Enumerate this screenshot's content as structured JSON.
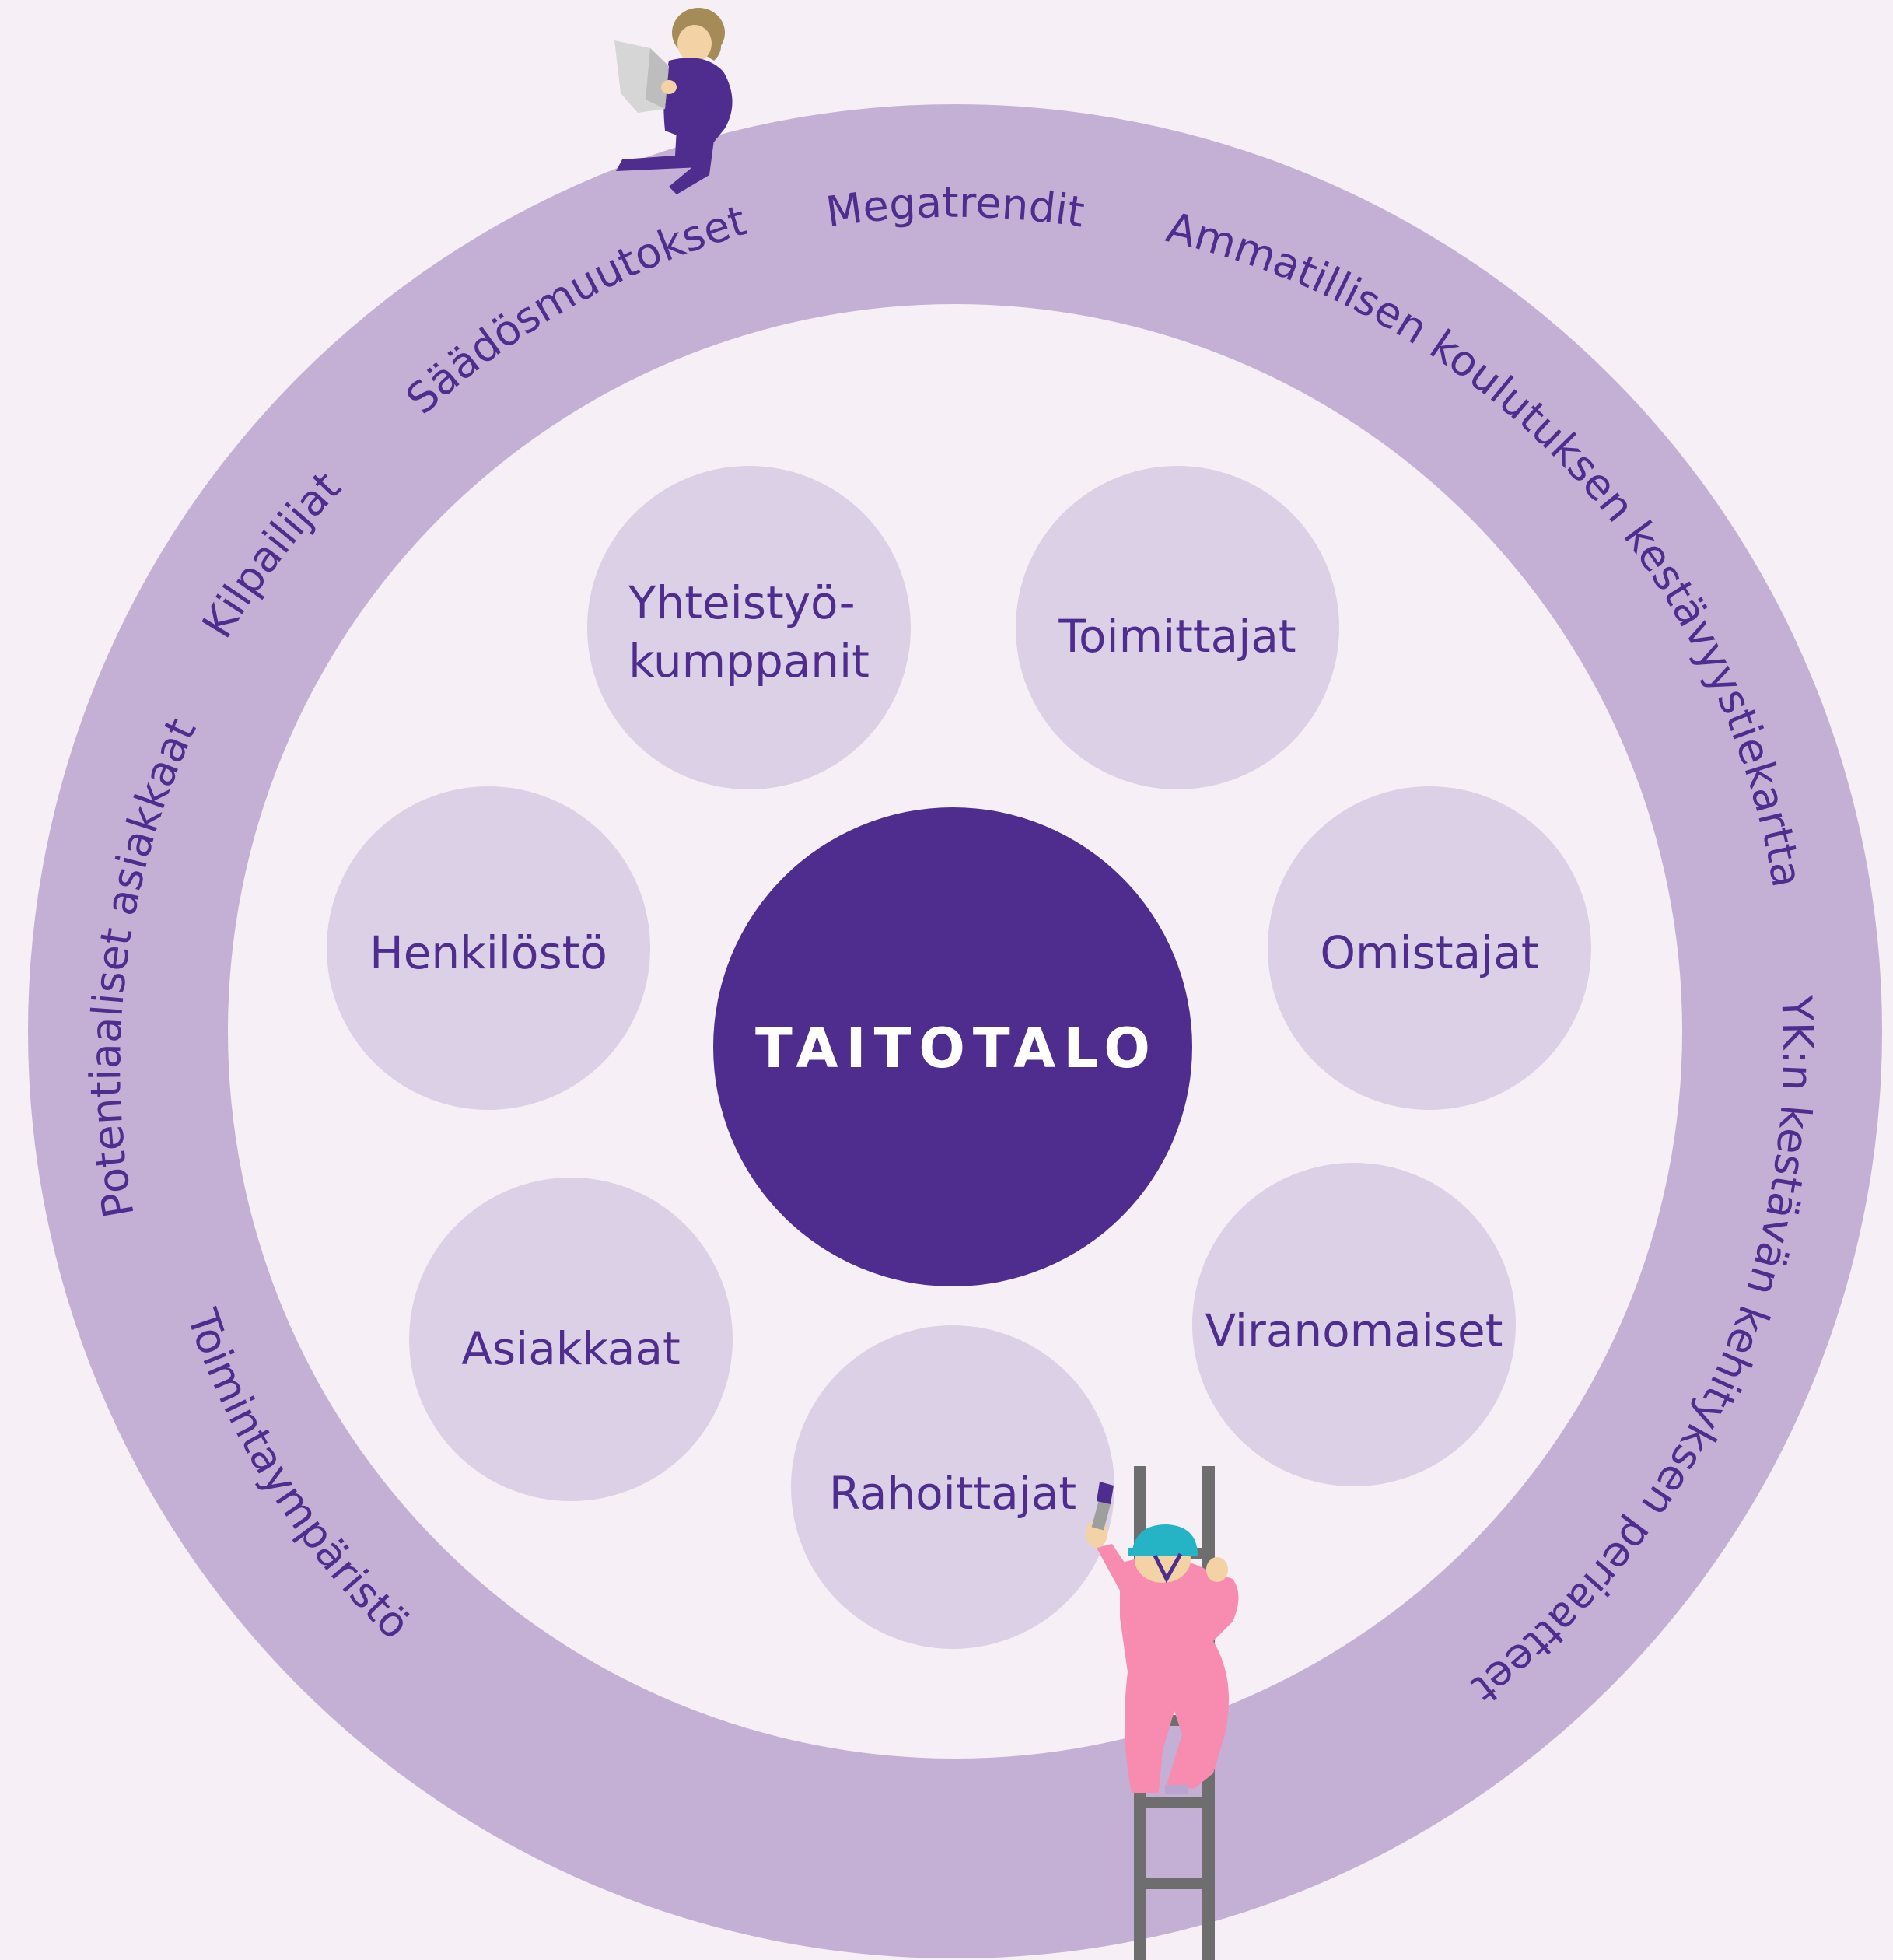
{
  "colors": {
    "background": "#f6eff5",
    "outer_ring": "#c4b0d5",
    "inner_area": "#f6eff5",
    "bubble": "#dbd0e5",
    "center": "#4f2d8f",
    "text": "#4f2d8f",
    "center_text": "#ffffff",
    "figure_purple": "#4f2d8f",
    "figure_pink": "#f78bb0",
    "ladder": "#6e6e6e"
  },
  "center": {
    "label": "TAITOTALO"
  },
  "stakeholders": [
    {
      "id": "partners",
      "lines": [
        "Yhteistyö-",
        "kumppanit"
      ]
    },
    {
      "id": "suppliers",
      "lines": [
        "Toimittajat"
      ]
    },
    {
      "id": "staff",
      "lines": [
        "Henkilöstö"
      ]
    },
    {
      "id": "owners",
      "lines": [
        "Omistajat"
      ]
    },
    {
      "id": "customers",
      "lines": [
        "Asiakkaat"
      ]
    },
    {
      "id": "authorities",
      "lines": [
        "Viranomaiset"
      ]
    },
    {
      "id": "funders",
      "lines": [
        "Rahoittajat"
      ]
    }
  ],
  "ring_labels": [
    {
      "id": "megatrends",
      "text": "Megatrendit"
    },
    {
      "id": "regulation",
      "text": "Säädösmuutokset"
    },
    {
      "id": "competitors",
      "text": "Kilpailijat"
    },
    {
      "id": "potential-customers",
      "text": "Potentiaaliset asiakkaat"
    },
    {
      "id": "operating-environment",
      "text": "Toimintaympäristö"
    },
    {
      "id": "roadmap",
      "text": "Ammatillisen koulutuksen kestävyystiekartta"
    },
    {
      "id": "un-principles",
      "text": "YK:n kestävän kehityksen periaatteet"
    }
  ],
  "illustrations": [
    {
      "id": "person-reading-newspaper",
      "icon": "reading-person-icon"
    },
    {
      "id": "person-painting-on-ladder",
      "icon": "painter-on-ladder-icon"
    }
  ]
}
